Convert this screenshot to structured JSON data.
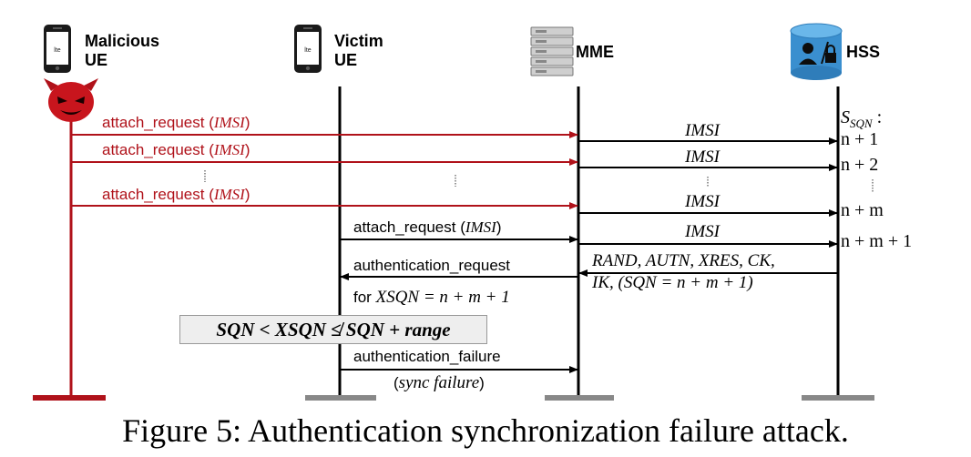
{
  "entities": {
    "malicious_ue": [
      "Malicious",
      "UE"
    ],
    "victim_ue": [
      "Victim",
      "UE"
    ],
    "mme": "MME",
    "hss": "HSS"
  },
  "messages": [
    {
      "label": "attach_request (",
      "arg": "IMSI",
      "close": ")"
    },
    {
      "label": "attach_request (",
      "arg": "IMSI",
      "close": ")"
    },
    {
      "label": "attach_request (",
      "arg": "IMSI",
      "close": ")"
    },
    {
      "label": "attach_request (",
      "arg": "IMSI",
      "close": ")"
    }
  ],
  "mme_hss": [
    "IMSI",
    "IMSI",
    "IMSI",
    "IMSI"
  ],
  "sqn": {
    "title": "S",
    "sub": "SQN",
    "colon": " :",
    "values": [
      "n + 1",
      "n + 2",
      "n + m",
      "n + m + 1"
    ]
  },
  "auth_vector": {
    "line1": "RAND, AUTN, XRES, CK,",
    "line2": "IK, (SQN = n + m + 1)"
  },
  "auth_request": {
    "line1": "authentication_request",
    "line2_prefix": "for ",
    "line2_math": "XSQN = n + m + 1"
  },
  "condition": "SQN < XSQN ≰ SQN + range",
  "auth_failure": {
    "line1": "authentication_failure",
    "line2_open": "(",
    "line2_math": "sync failure",
    "line2_close": ")"
  },
  "caption": "Figure 5: Authentication synchronization failure attack.",
  "colors": {
    "attacker": "#b0121a",
    "normal": "#000000",
    "ground": "#888888"
  }
}
